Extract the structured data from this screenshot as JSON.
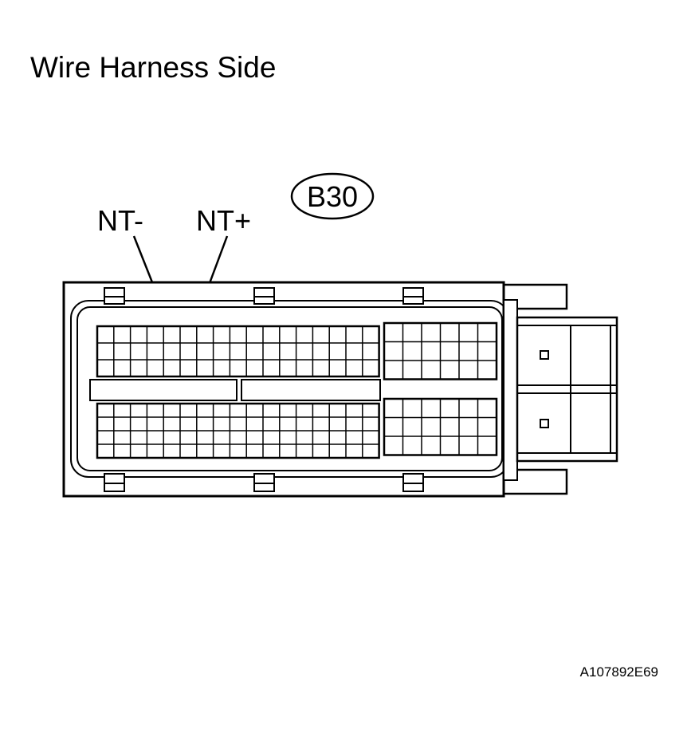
{
  "title": "Wire Harness Side",
  "connector_code": "B30",
  "terminals": [
    {
      "label": "NT-"
    },
    {
      "label": "NT+"
    }
  ],
  "figure_id": "A107892E69"
}
